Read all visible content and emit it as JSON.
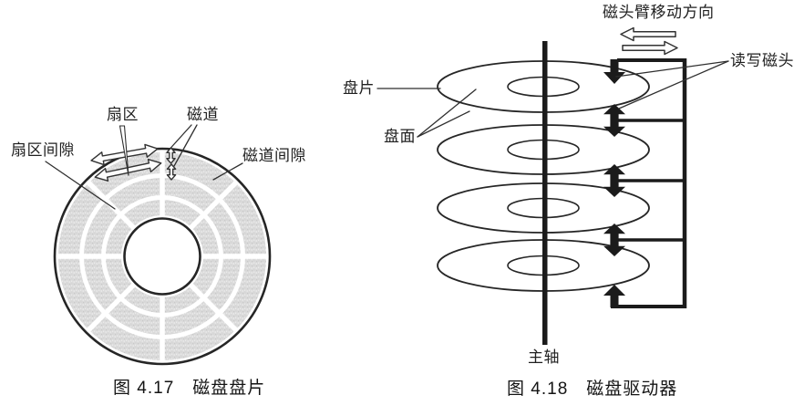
{
  "page": {
    "background_color": "#ffffff",
    "ink_color": "#1f1f1f",
    "stipple_fill_color": "#dadada"
  },
  "figure_disk_platter": {
    "caption": "图 4.17　磁盘盘片",
    "labels": {
      "sector": "扇区",
      "track": "磁道",
      "sector_gap": "扇区间隙",
      "track_gap": "磁道间隙"
    },
    "structure": {
      "tracks_shown": 3,
      "sectors_shown": 8,
      "track_gap_rings_shown": 2
    }
  },
  "figure_disk_drive": {
    "caption": "图 4.18　磁盘驱动器",
    "labels": {
      "arm_direction": "磁头臂移动方向",
      "rw_heads": "读写磁头",
      "platter": "盘片",
      "surface": "盘面",
      "spindle": "主轴"
    },
    "structure": {
      "platters_shown": 4,
      "head_arrows_shown": 5
    }
  }
}
